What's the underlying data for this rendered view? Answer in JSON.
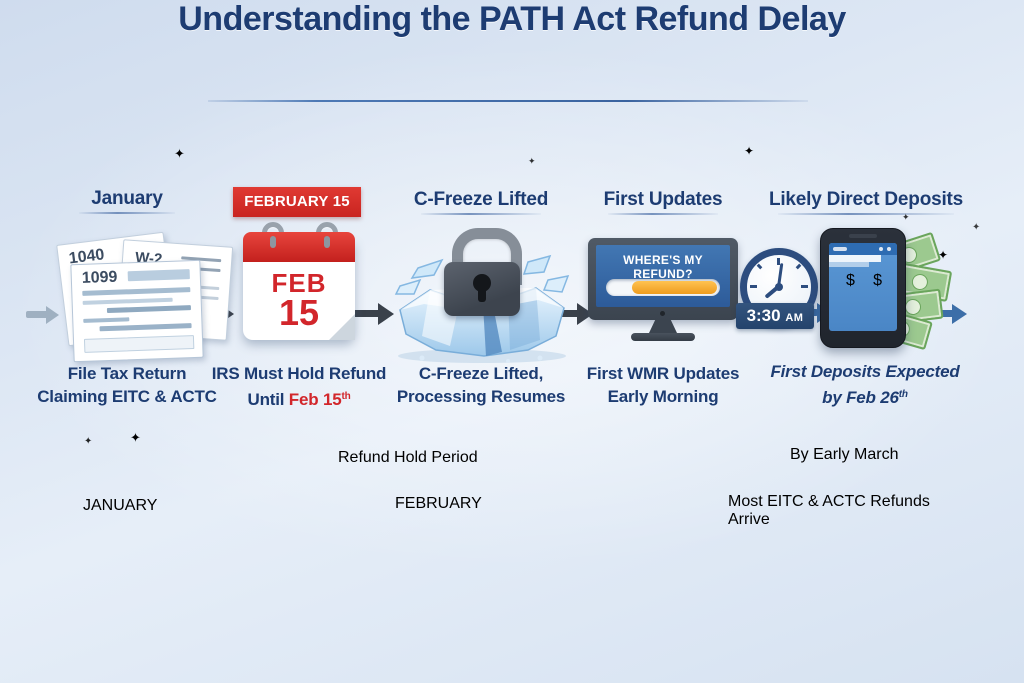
{
  "title": "Understanding the PATH Act Refund Delay",
  "stages": [
    {
      "id": "january",
      "header": "January",
      "captions": [
        "File Tax Return",
        "Claiming EITC & ACTC"
      ]
    },
    {
      "id": "february-15",
      "banner": "FEBRUARY 15",
      "calendar": {
        "month": "FEB",
        "day": "15"
      },
      "captions": [
        "IRS Must Hold Refund"
      ],
      "caption_until": "Until ",
      "caption_date": "Feb 15",
      "caption_date_suffix": "th"
    },
    {
      "id": "c-freeze-lifted",
      "header": "C-Freeze Lifted",
      "captions": [
        "C-Freeze Lifted,",
        "Processing Resumes"
      ]
    },
    {
      "id": "first-updates",
      "header": "First Updates",
      "monitor_text": "WHERE'S MY REFUND?",
      "clock_time": "3:30",
      "clock_suffix": "AM",
      "captions": [
        "First WMR Updates",
        "Early Morning"
      ]
    },
    {
      "id": "likely-direct-deposits",
      "header": "Likely Direct Deposits",
      "phone_dollar": "$",
      "captions": [
        "First Deposits Expected",
        "by Feb 26"
      ],
      "caption_date_suffix": "th"
    }
  ],
  "tax_forms": [
    "1040",
    "W-2",
    "1099"
  ],
  "hold_band": {
    "label": "Refund Hold Period",
    "note": "By Early March"
  },
  "axis": {
    "months": [
      "JANUARY",
      "FEBRUARY"
    ],
    "note": [
      "Most EITC & ACTC Refunds",
      "Arrive"
    ]
  },
  "colors": {
    "navy": "#1d3c72",
    "red": "#d2262b",
    "band_red": "#c9242e",
    "gold": "#f2a52e",
    "axis_blue": "#2c4a78",
    "screen_blue": "#3566a8",
    "progress_orange": "#f0a12c",
    "money_green": "#7ab06a",
    "ice_blue": "#a6cdec"
  }
}
